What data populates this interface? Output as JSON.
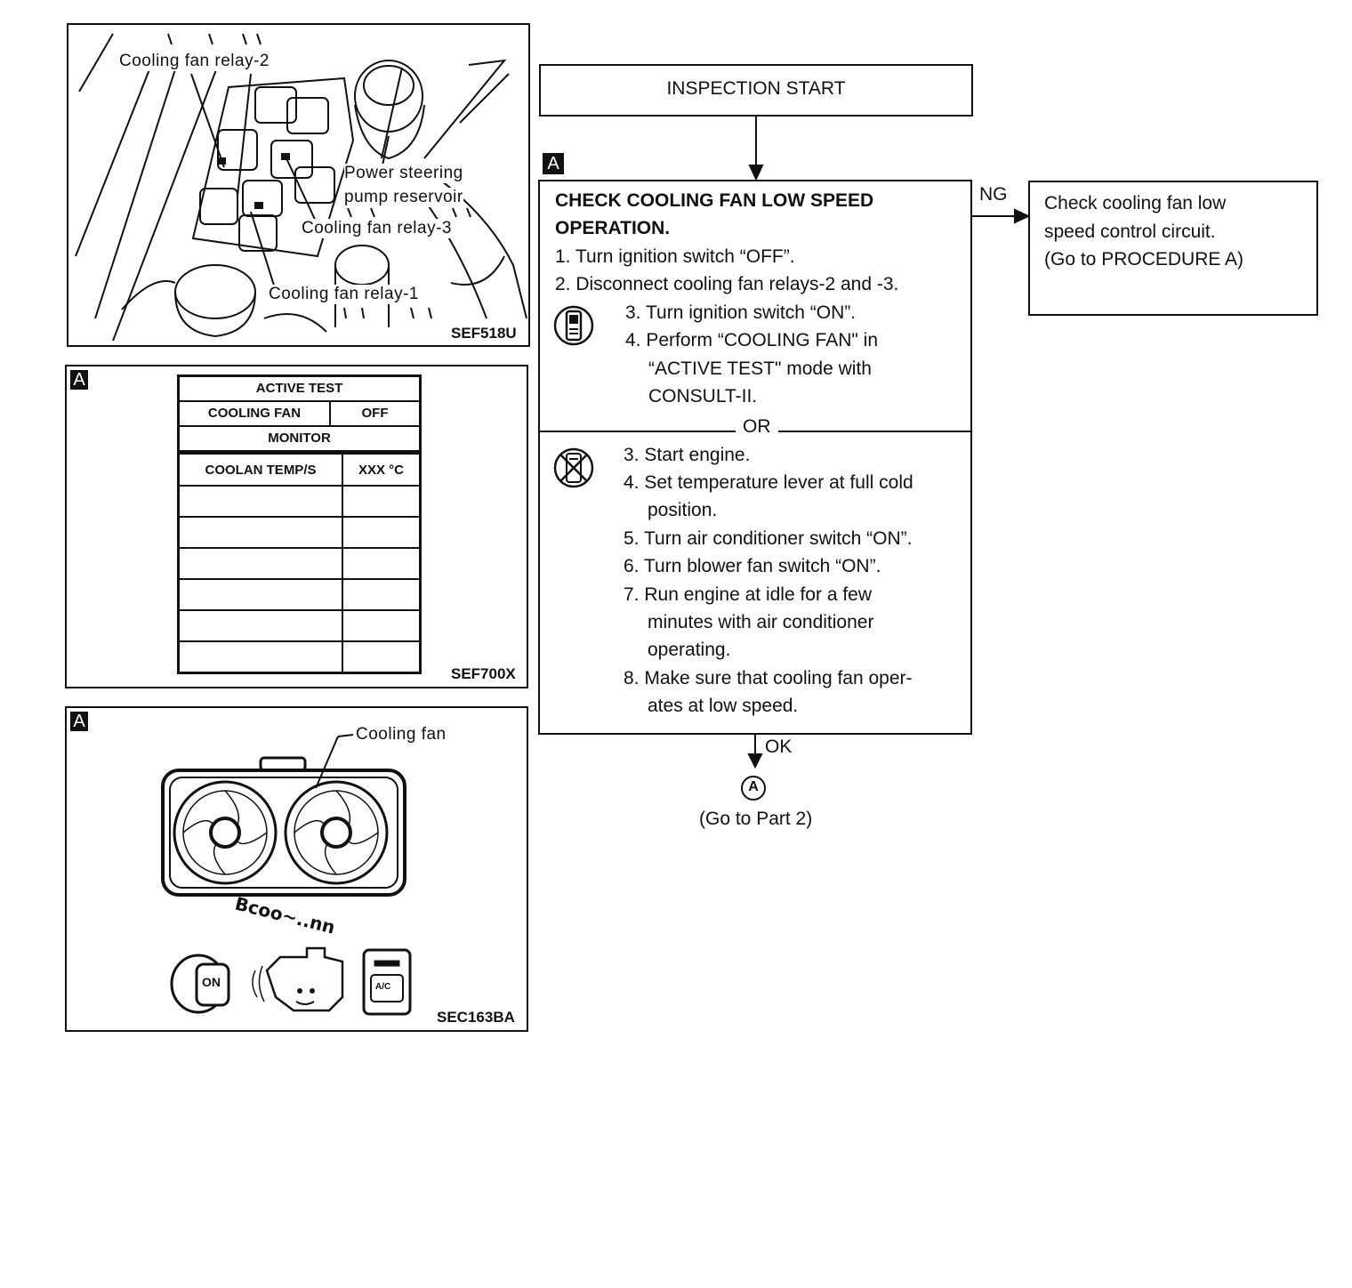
{
  "figure1": {
    "labels": {
      "relay2": "Cooling fan  relay-2",
      "ps_line1": "Power  steering",
      "ps_line2": "pump  reservoir",
      "relay3": "Cooling  fan  relay-3",
      "relay1": "Cooling  fan  relay-1"
    },
    "ref": "SEF518U"
  },
  "figure2": {
    "tag": "A",
    "table": {
      "title": "ACTIVE TEST",
      "item_label": "COOLING FAN",
      "item_value": "OFF",
      "monitor": "MONITOR",
      "sensor_label": "COOLAN TEMP/S",
      "sensor_value": "XXX °C"
    },
    "ref": "SEF700X"
  },
  "figure3": {
    "tag": "A",
    "label": "Cooling fan",
    "switch_on": "ON",
    "ac_button": "A/C",
    "ref": "SEC163BA"
  },
  "flow": {
    "start": "INSPECTION START",
    "tag": "A",
    "check_title_1": "CHECK COOLING FAN LOW SPEED",
    "check_title_2": "OPERATION.",
    "consult_steps": [
      "1. Turn ignition switch “OFF”.",
      "2. Disconnect cooling fan relays-2 and -3.",
      "3. Turn ignition switch “ON”.",
      "4. Perform “COOLING FAN\" in",
      "“ACTIVE TEST\" mode with",
      "CONSULT-II."
    ],
    "or": "OR",
    "manual_steps": [
      "3. Start engine.",
      "4. Set temperature lever at full cold",
      "position.",
      "5. Turn air conditioner switch “ON”.",
      "6. Turn blower fan switch “ON”.",
      "7. Run engine at idle for a few",
      "minutes with air conditioner",
      "operating.",
      "8. Make sure that cooling fan oper-",
      "ates at low speed."
    ],
    "ng": "NG",
    "ng_box": [
      "Check cooling fan low",
      "speed control circuit.",
      "(Go to PROCEDURE A)"
    ],
    "ok": "OK",
    "connector": "A",
    "go_to": "(Go to Part 2)"
  }
}
